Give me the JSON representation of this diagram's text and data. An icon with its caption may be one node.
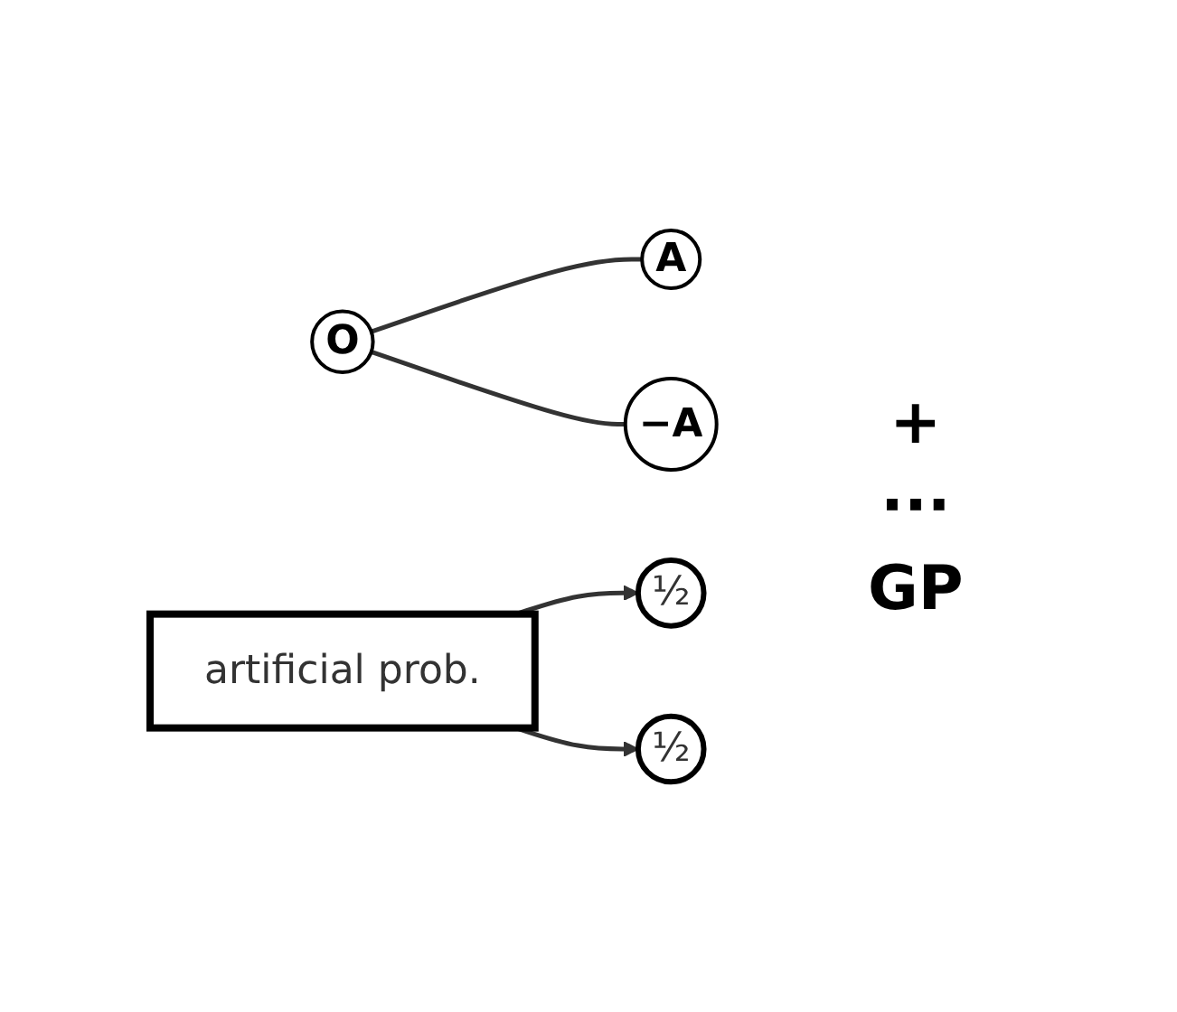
{
  "diagram": {
    "nodes": [
      {
        "text": [
          "O"
        ]
      },
      {
        "text": [
          "½"
        ]
      },
      {
        "text": [
          "A"
        ]
      },
      {
        "text": [
          "½"
        ]
      },
      {
        "text": [
          "−A"
        ]
      },
      {
        "text": [
          "artificial prob."
        ]
      }
    ],
    "edges": [
      {
        "from": 0,
        "to": 2,
        "arrow": "none"
      },
      {
        "from": 0,
        "to": 4,
        "arrow": "none"
      },
      {
        "from": 5,
        "to": 1,
        "arrow": "to"
      },
      {
        "from": 5,
        "to": 3,
        "arrow": "to"
      }
    ],
    "labels": [
      "+",
      "···",
      "GP"
    ]
  }
}
